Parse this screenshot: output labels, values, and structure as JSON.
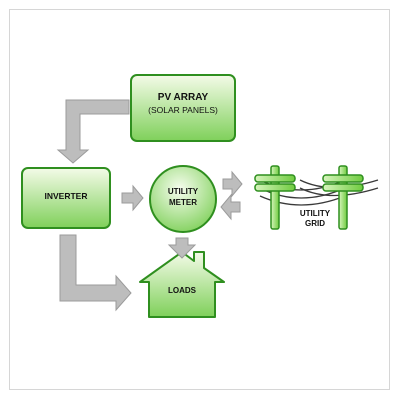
{
  "diagram": {
    "pv_array": {
      "title": "PV ARRAY",
      "subtitle": "(SOLAR PANELS)"
    },
    "inverter": {
      "label": "INVERTER"
    },
    "meter": {
      "line1": "UTILITY",
      "line2": "METER"
    },
    "loads": {
      "label": "LOADS"
    },
    "grid": {
      "line1": "UTILITY",
      "line2": "GRID"
    }
  },
  "colors": {
    "box_fill_top": "#f4fbe8",
    "box_fill_bottom": "#7fd05a",
    "box_border": "#2f8f1f",
    "arrow_fill": "#bdbdbd",
    "arrow_stroke": "#9b9b9b",
    "pole_fill": "#9be06d",
    "wire_color": "#3a3a3a"
  }
}
